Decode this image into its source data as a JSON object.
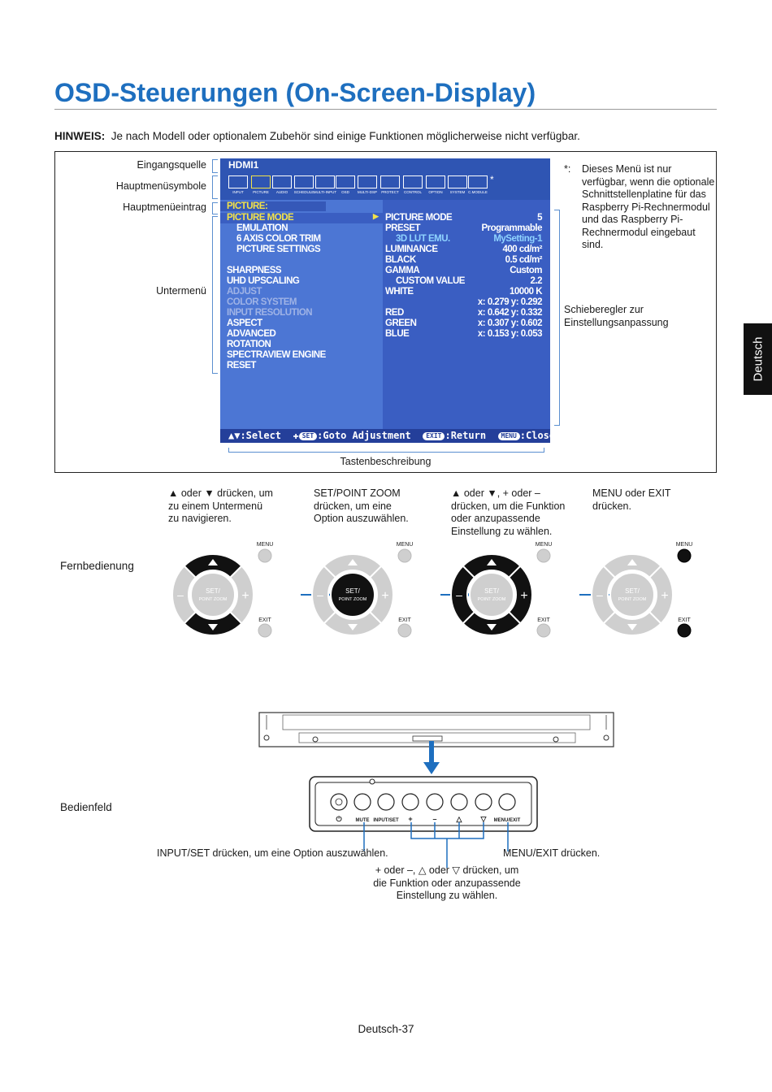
{
  "title": "OSD-Steuerungen (On-Screen-Display)",
  "note": {
    "label": "HINWEIS:",
    "text": "Je nach Modell oder optionalem Zubehör sind einige Funktionen möglicherweise nicht verfügbar."
  },
  "callouts": {
    "input_source": "Eingangsquelle",
    "main_icons": "Hauptmenüsymbole",
    "main_entry": "Hauptmenüeintrag",
    "submenu": "Untermenü",
    "slider": "Schieberegler zur Einstellungsanpassung",
    "keys": "Tastenbeschreibung",
    "asterisk": "*:",
    "asterisk_note": "Dieses Menü ist nur verfügbar, wenn die optionale Schnittstellenplatine für das Raspberry Pi-Rechnermodul und das Raspberry Pi-Rechnermodul eingebaut sind."
  },
  "osd": {
    "source": "HDMI1",
    "icons": [
      "INPUT",
      "PICTURE",
      "AUDIO",
      "SCHEDULE",
      "MULTI-INPUT",
      "OSD",
      "MULTI-DSP",
      "PROTECT",
      "CONTROL",
      "OPTION",
      "SYSTEM",
      "C.MODULE"
    ],
    "star": "*",
    "header": "PICTURE:",
    "left_items": [
      "PICTURE MODE",
      "EMULATION",
      "6 AXIS COLOR TRIM",
      "PICTURE SETTINGS",
      "SHARPNESS",
      "UHD UPSCALING",
      "ADJUST",
      "COLOR SYSTEM",
      "INPUT RESOLUTION",
      "ASPECT",
      "ADVANCED",
      "ROTATION",
      "SPECTRAVIEW ENGINE",
      "RESET"
    ],
    "right_labels": [
      "PICTURE MODE",
      "PRESET",
      "3D LUT EMU.",
      "LUMINANCE",
      "BLACK",
      "GAMMA",
      "CUSTOM VALUE",
      "WHITE",
      "",
      "RED",
      "GREEN",
      "BLUE"
    ],
    "right_values": [
      "5",
      "Programmable",
      "MySetting-1",
      "400 cd/m²",
      "0.5 cd/m²",
      "Custom",
      "2.2",
      "10000 K",
      "x: 0.279   y: 0.292",
      "x: 0.642   y: 0.332",
      "x: 0.307   y: 0.602",
      "x: 0.153   y: 0.053"
    ],
    "footer": {
      "select": ":Select",
      "set": "SET",
      "goto": ":Goto Adjustment",
      "exit": "EXIT",
      "ret": ":Return",
      "menu": "MENU",
      "close": ":Close"
    }
  },
  "tab": "Deutsch",
  "steps": [
    "▲ oder ▼ drücken, um\nzu einem Untermenü\nzu navigieren.",
    "SET/POINT ZOOM\ndrücken, um eine\nOption auszuwählen.",
    "▲ oder ▼, + oder –\ndrücken, um die Funktion\noder anzupassende\nEinstellung zu wählen.",
    "MENU oder EXIT\ndrücken."
  ],
  "remote_label": "Fernbedienung",
  "remote": {
    "menu": "MENU",
    "exit": "EXIT",
    "set1": "SET/",
    "set2": "POINT ZOOM",
    "minus": "–",
    "plus": "+"
  },
  "panel_label": "Bedienfeld",
  "panel_buttons": [
    "⏻",
    "MUTE",
    "INPUT/SET",
    "+",
    "–",
    "△",
    "▽",
    "MENU/EXIT"
  ],
  "panel_notes": {
    "input_set": "INPUT/SET drücken, um eine Option auszuwählen.",
    "menu_exit": "MENU/EXIT drücken.",
    "adjust": "+ oder –, △ oder ▽ drücken, um\ndie Funktion oder anzupassende\nEinstellung zu wählen."
  },
  "footer": "Deutsch-37",
  "colors": {
    "title": "#1e6fbf",
    "osd_bg": "#4c76d4",
    "osd_highlight": "#f2e24a",
    "osd_grey": "#9fb3e6",
    "osd_value_blue": "#8fd3ff",
    "arrow": "#1e6fbf"
  }
}
